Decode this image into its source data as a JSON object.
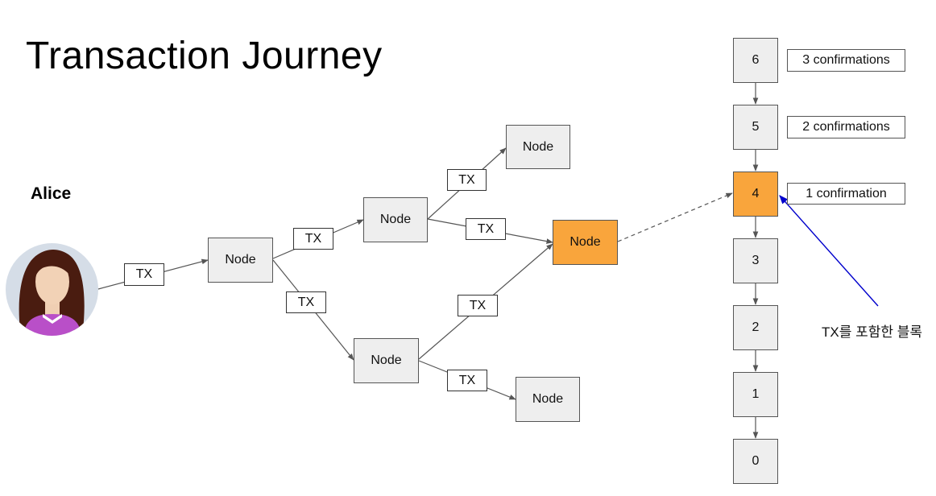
{
  "title": "Transaction Journey",
  "alice": {
    "label": "Alice"
  },
  "network": {
    "node_label": "Node",
    "tx_label": "TX"
  },
  "chain": {
    "blocks": [
      "6",
      "5",
      "4",
      "3",
      "2",
      "1",
      "0"
    ],
    "highlight_block": "4",
    "confirmations": [
      "3 confirmations",
      "2 confirmations",
      "1 confirmation"
    ],
    "annotation": "TX를 포함한 블록"
  },
  "colors": {
    "highlight": "#f9a53c",
    "node_fill": "#eeeeee",
    "annotation_arrow": "#0000cc",
    "edge": "#555555"
  }
}
